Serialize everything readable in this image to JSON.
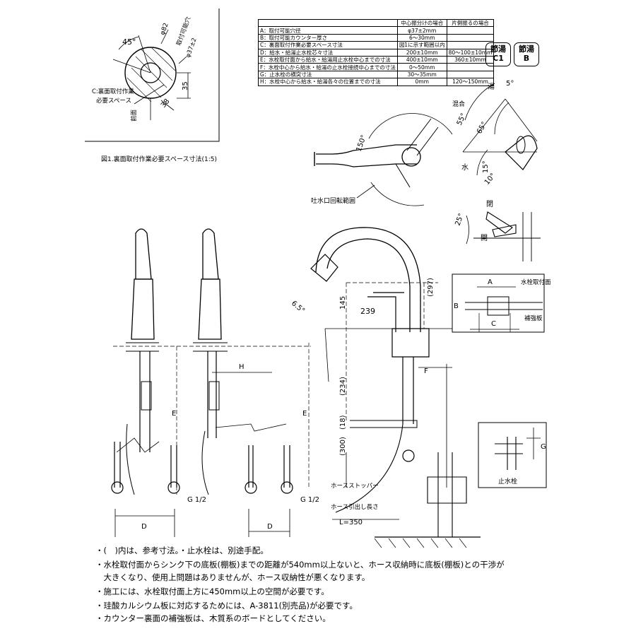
{
  "detail": {
    "caption": "図1.裏面取付作業必要スペース寸法(1:5)",
    "angle": "45°",
    "dia_outer": "φ82",
    "hole_label": "取付可能穴",
    "hole_dia": "φ37±2",
    "dim_35": "35",
    "dim_38": "38",
    "space_line1": "C:裏面取付作業",
    "space_line2": "必要スペース",
    "front": "前面"
  },
  "spec_table": {
    "head_center": "中心振分けの場合",
    "head_side": "片側振るの場合",
    "rows": [
      {
        "label": "A：取付可能穴径",
        "center": "φ37±2mm",
        "side": ""
      },
      {
        "label": "B：取付可能カウンター厚さ",
        "center": "6～30mm",
        "side": ""
      },
      {
        "label": "C：裏面取付作業必要スペース寸法",
        "center": "図1に示す範囲以内",
        "side": ""
      },
      {
        "label": "D：給水・給湯止水栓芯々寸法",
        "center": "200±10mm",
        "side": "80～100±10mm"
      },
      {
        "label": "E：水栓取付面から給水・給湯用止水栓中心までの寸法",
        "center": "400±10mm",
        "side": "360±10mm"
      },
      {
        "label": "F：水栓中心から給水・給湯の止水栓接続中心までの寸法",
        "center": "0～50mm",
        "side": ""
      },
      {
        "label": "G：止水栓の横突寸法",
        "center": "30～35mm",
        "side": ""
      },
      {
        "label": "H：水栓中心から給水・給湯各々の位置までの寸法",
        "center": "0mm",
        "side": "120～150mm"
      }
    ]
  },
  "badges": [
    {
      "line1": "節湯",
      "line2": "C1"
    },
    {
      "line1": "節湯",
      "line2": "B"
    }
  ],
  "labels": {
    "spout_rotation": "吐水口回転範囲",
    "angle_150": "150°",
    "hot": "湯",
    "mix": "混合",
    "cold": "水",
    "a5": "5°",
    "a55": "55°",
    "a65": "65°",
    "a15": "15°",
    "a10": "10°",
    "a25": "25°",
    "open": "開",
    "close": "閉",
    "a65b": "6.5°",
    "d145": "145",
    "d239": "239",
    "d297": "(297)",
    "d234": "(234)",
    "d18": "(18)",
    "d300": "(300)",
    "A": "A",
    "B": "B",
    "C": "C",
    "D": "D",
    "E": "E",
    "F": "F",
    "G": "G",
    "H": "H",
    "mount_surface": "水栓取付面",
    "reinforce": "補強板",
    "g12": "G 1/2",
    "stop_valve": "止水栓",
    "hose_stopper": "ホースストッパー",
    "hose_pull": "ホース引出し長さ",
    "hose_len": "L=350"
  },
  "notes": [
    "・(　)内は、参考寸法。・止水栓は、別途手配。",
    "・水栓取付面からシンク下の底板(棚板)までの距離が540mm以上ないと、ホース収納時に底板(棚板)との干渉が",
    "　大きくなり、使用上問題はありませんが、ホース収納性が悪くなります。",
    "・施工には、水栓取付面上方に450mm以上の空間が必要です。",
    "・珪酸カルシウム板に対応するためには、A-3811(別売品)が必要です。",
    "・カウンター裏面の補強板は、木質系のボードとしてください。"
  ]
}
